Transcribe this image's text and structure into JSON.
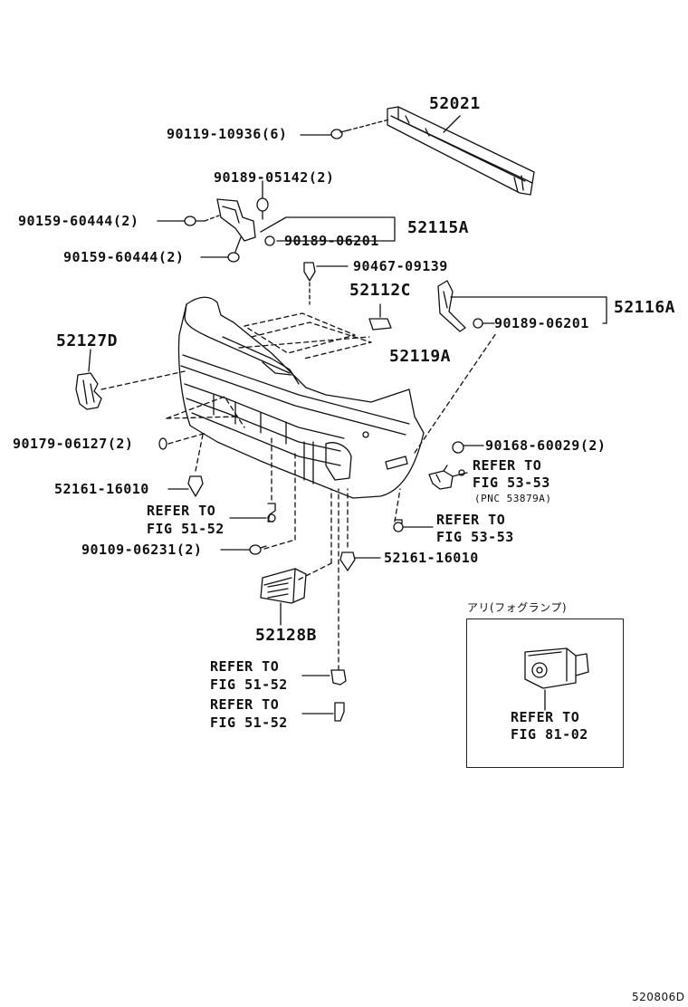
{
  "parts": {
    "p52021": "52021",
    "p90119": "90119-10936(6)",
    "p90189a": "90189-05142(2)",
    "p90159a": "90159-60444(2)",
    "p52115A": "52115A",
    "p90189b": "90189-06201",
    "p90159b": "90159-60444(2)",
    "p90467": "90467-09139",
    "p52112C": "52112C",
    "p52116A": "52116A",
    "p90189c": "90189-06201",
    "p52127D": "52127D",
    "p52119A": "52119A",
    "p90179": "90179-06127(2)",
    "p90168": "90168-60029(2)",
    "p52161a": "52161-16010",
    "p90109": "90109-06231(2)",
    "p52161b": "52161-16010",
    "p52128B": "52128B"
  },
  "refs": {
    "r1_line1": "REFER TO",
    "r1_line2": "FIG 53-53",
    "r1_note": "(PNC 53879A)",
    "r2_line1": "REFER TO",
    "r2_line2": "FIG 51-52",
    "r3_line1": "REFER TO",
    "r3_line2": "FIG 53-53",
    "r4_line1": "REFER TO",
    "r4_line2": "FIG 51-52",
    "r5_line1": "REFER TO",
    "r5_line2": "FIG 51-52"
  },
  "inset": {
    "title": "アリ(フォグランプ)",
    "ref_line1": "REFER TO",
    "ref_line2": "FIG 81-02"
  },
  "figure_id": "520806D"
}
